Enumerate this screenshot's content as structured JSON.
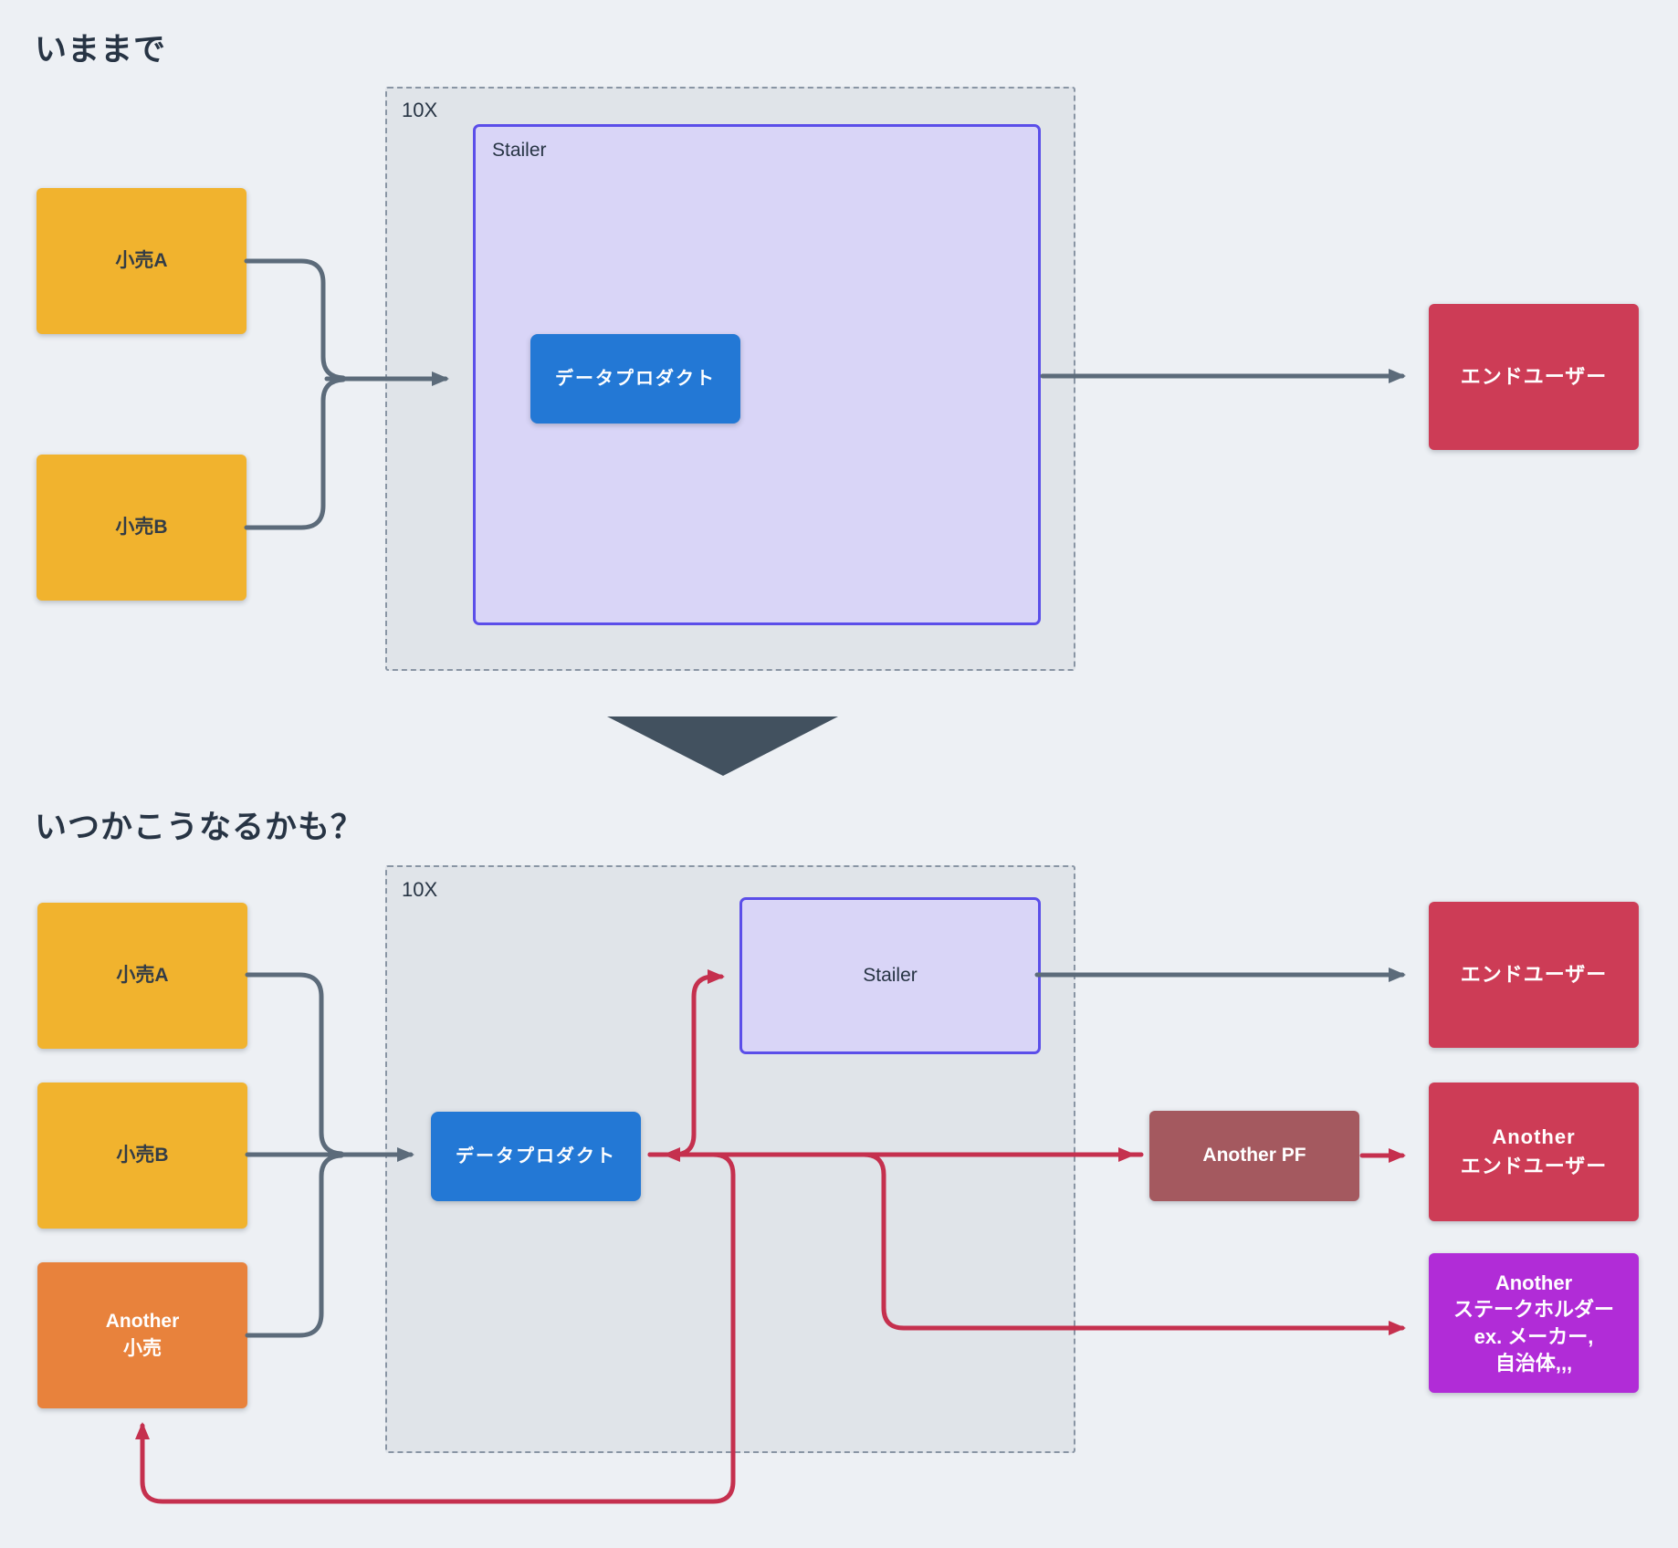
{
  "before": {
    "title": "いままで",
    "retail_a": "小売A",
    "retail_b": "小売B",
    "container_label": "10X",
    "platform_label": "Stailer",
    "product_label": "データプロダクト",
    "end_user": "エンドユーザー"
  },
  "after": {
    "title": "いつかこうなるかも？",
    "retail_a": "小売A",
    "retail_b": "小売B",
    "another_retail": [
      "Another",
      "小売"
    ],
    "container_label": "10X",
    "platform_label": "Stailer",
    "product_label": "データプロダクト",
    "another_pf": "Another PF",
    "end_user": "エンドユーザー",
    "another_end_user": [
      "Another",
      "エンドユーザー"
    ],
    "stakeholder": [
      "Another",
      "ステークホルダー",
      "ex. メーカー,",
      "自治体,,,"
    ]
  },
  "colors": {
    "bg": "#EDF0F4",
    "panel": "#E0E4E9",
    "panel-border": "#8995A4",
    "lavender": "#D9D5F7",
    "indigo": "#5B4EE9",
    "yellow": "#F1B32E",
    "orange": "#E8823C",
    "blue": "#2378D5",
    "crimson": "#CD3C56",
    "magenta": "#B12CD7",
    "brownred": "#A4595F",
    "gray-arrow": "#5C6B7A",
    "red-arrow": "#C5304E",
    "triangle": "#42515F",
    "ink": "#273444"
  }
}
